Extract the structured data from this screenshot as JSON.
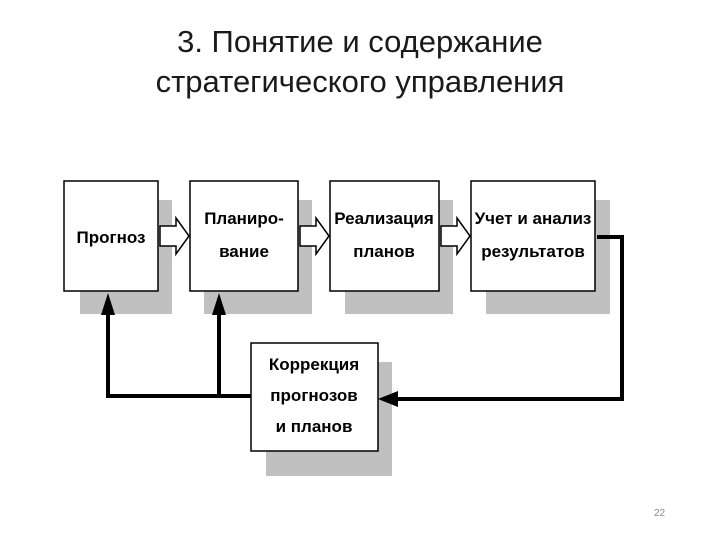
{
  "slide": {
    "title_line1": "3. Понятие и содержание",
    "title_line2": "стратегического управления",
    "page_number": "22"
  },
  "diagram": {
    "boxes": {
      "forecast": [
        "Прогноз"
      ],
      "planning": [
        "Планиро-",
        "вание"
      ],
      "implementation": [
        "Реализация",
        "планов"
      ],
      "analysis": [
        "Учет и анализ",
        "результатов"
      ],
      "correction": [
        "Коррекция",
        "прогнозов",
        "и планов"
      ]
    }
  },
  "colors": {
    "box_fill": "#ffffff",
    "box_border": "#000000",
    "shadow": "#c0c0c0",
    "connector": "#000000",
    "title": "#1a1a1a",
    "page_number": "#8a8a8a"
  }
}
